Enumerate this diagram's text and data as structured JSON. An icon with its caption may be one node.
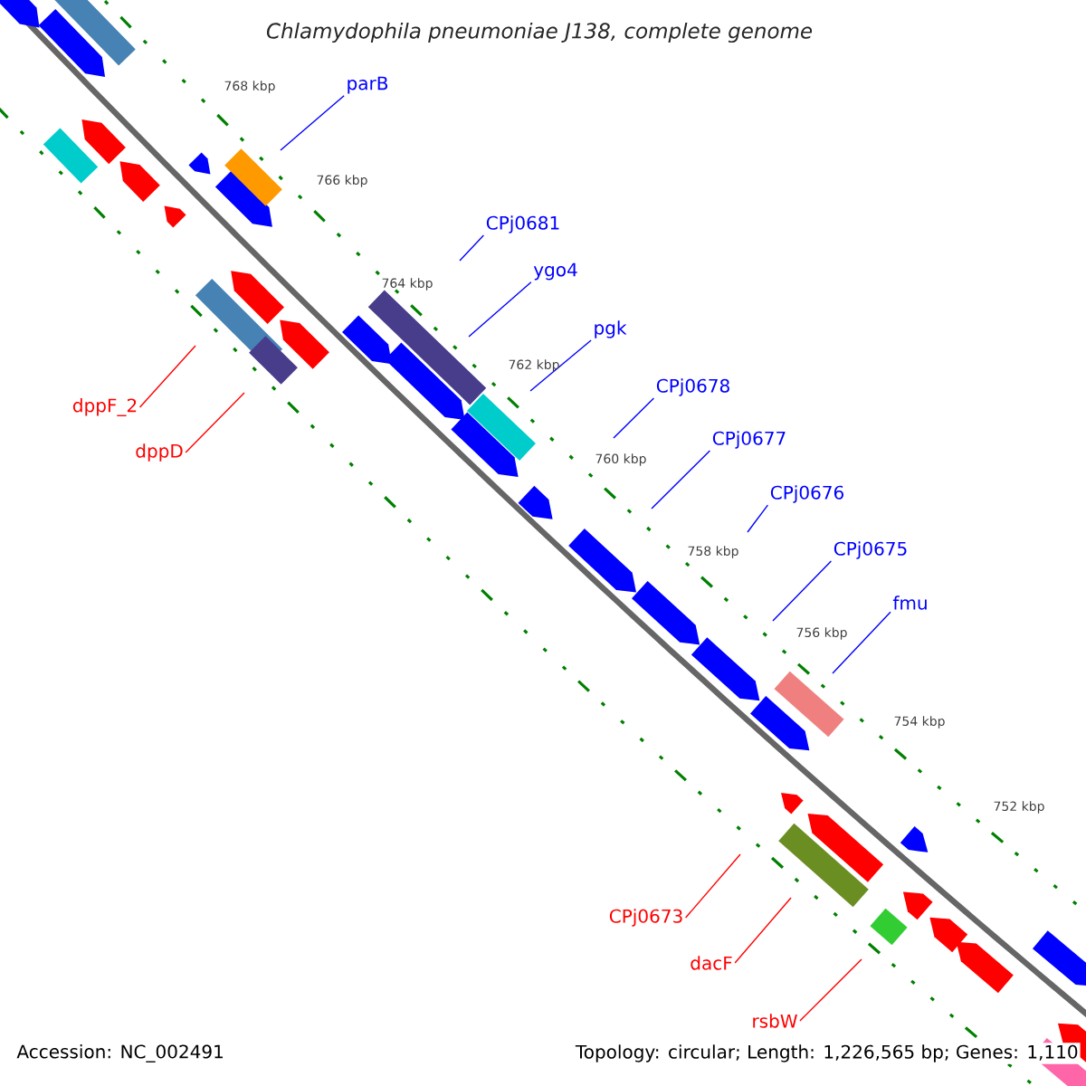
{
  "diagram": {
    "title": "Chlamydophila pneumoniae J138, complete genome",
    "nodes": [
      {
        "text": [
          "parB"
        ]
      },
      {
        "text": [
          "CPj0681"
        ]
      },
      {
        "text": [
          "ygo4"
        ]
      },
      {
        "text": [
          "pgk"
        ]
      },
      {
        "text": [
          "CPj0678"
        ]
      },
      {
        "text": [
          "CPj0677"
        ]
      },
      {
        "text": [
          "CPj0676"
        ]
      },
      {
        "text": [
          "CPj0675"
        ]
      },
      {
        "text": [
          "fmu"
        ]
      },
      {
        "text": [
          "dppF_2"
        ]
      },
      {
        "text": [
          "dppD"
        ]
      },
      {
        "text": [
          "CPj0673"
        ]
      },
      {
        "text": [
          "dacF"
        ]
      },
      {
        "text": [
          "rsbW"
        ]
      }
    ],
    "edges": [
      {
        "from": 0,
        "to": null,
        "arrow": "none"
      },
      {
        "from": 1,
        "to": null,
        "arrow": "none"
      },
      {
        "from": 2,
        "to": null,
        "arrow": "none"
      },
      {
        "from": 3,
        "to": null,
        "arrow": "none"
      },
      {
        "from": 4,
        "to": null,
        "arrow": "none"
      },
      {
        "from": 5,
        "to": null,
        "arrow": "none"
      },
      {
        "from": 6,
        "to": null,
        "arrow": "none"
      },
      {
        "from": 7,
        "to": null,
        "arrow": "none"
      },
      {
        "from": 8,
        "to": null,
        "arrow": "none"
      },
      {
        "from": 9,
        "to": null,
        "arrow": "none",
        "color": "#ff0000"
      },
      {
        "from": 10,
        "to": null,
        "arrow": "none",
        "color": "#ff0000"
      },
      {
        "from": 11,
        "to": null,
        "arrow": "none",
        "color": "#ff0000"
      },
      {
        "from": 12,
        "to": null,
        "arrow": "none",
        "color": "#ff0000"
      },
      {
        "from": 13,
        "to": null,
        "arrow": "none",
        "color": "#ff0000"
      }
    ],
    "labels": [
      "768 kbp",
      "766 kbp",
      "764 kbp",
      "762 kbp",
      "760 kbp",
      "758 kbp",
      "756 kbp",
      "754 kbp",
      "752 kbp",
      "Accession: NC_002491",
      "Topology: circular; Length: 1,226,565 bp; Genes: 1,110"
    ]
  }
}
